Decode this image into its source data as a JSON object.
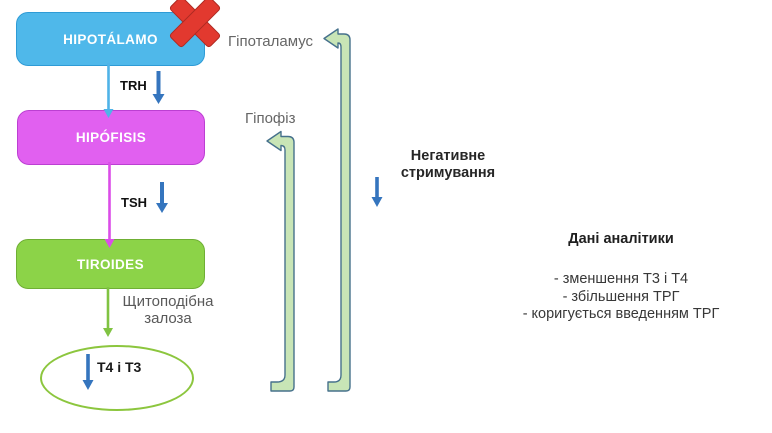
{
  "diagram": {
    "nodes": {
      "hypothalamus": {
        "label": "HIPOTÁLAMO"
      },
      "pituitary": {
        "label": "HIPÓFISIS"
      },
      "thyroid": {
        "label": "TIROIDES"
      },
      "output": {
        "label": "T4 i T3"
      }
    },
    "hormones": {
      "trh": "TRH",
      "tsh": "TSH"
    },
    "annotations": {
      "hypothalamus_ua": "Гіпоталамус",
      "pituitary_ua": "Гіпофіз",
      "thyroid_gland_ua": "Щитоподібна залоза",
      "negative_feedback": "Негативне стримування"
    },
    "analytics": {
      "title": "Дані аналітики",
      "items": [
        "- зменшення Т3 і Т4",
        "- збільшення ТРГ",
        "- коригується введенням ТРГ"
      ]
    },
    "colors": {
      "hypothalamus_box": "#4FB8EA",
      "pituitary_box": "#E160F0",
      "thyroid_box": "#8CD348",
      "connector_blue": "#4FB3E8",
      "connector_magenta": "#DB4DE8",
      "connector_green": "#80C342",
      "thick_blue_arrow": "#3575BE",
      "feedback_fill": "#C8E5B6",
      "feedback_stroke": "#46718C",
      "red_x": "#E2392F",
      "ellipse_border": "#8CC63E"
    }
  }
}
